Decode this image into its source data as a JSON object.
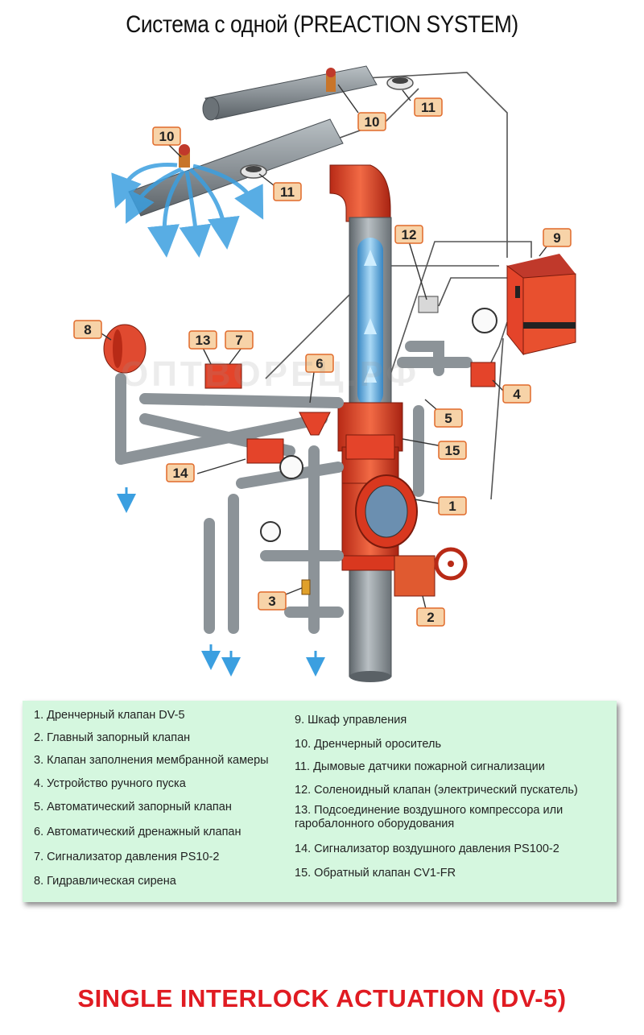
{
  "title": "Система с одной (PREACTION SYSTEM)",
  "footer": "SINGLE INTERLOCK ACTUATION (DV-5)",
  "watermark": "ОПТВОРЕЦ.РФ",
  "colors": {
    "pipe_gray": "#8c9398",
    "valve_red": "#e8452a",
    "callout_fill": "#f7d3a8",
    "callout_border": "#e06a2a",
    "water_blue": "#4aa6e6",
    "legend_bg": "#d5f7df",
    "footer_red": "#e01b22"
  },
  "callouts": {
    "c1": "1",
    "c2": "2",
    "c3": "3",
    "c4": "4",
    "c5": "5",
    "c6": "6",
    "c7": "7",
    "c8": "8",
    "c9": "9",
    "c10a": "10",
    "c10b": "10",
    "c11a": "11",
    "c11b": "11",
    "c12": "12",
    "c13": "13",
    "c14": "14",
    "c15": "15"
  },
  "legend": {
    "left": [
      "1. Дренчерный клапан DV-5",
      "2. Главный запорный клапан",
      "3. Клапан заполнения мембранной камеры",
      "4. Устройство ручного пуска",
      "5. Автоматический запорный клапан",
      "6. Автоматический дренажный клапан",
      "7. Сигнализатор давления PS10-2",
      "8. Гидравлическая сирена"
    ],
    "right": [
      "9. Шкаф управления",
      "10. Дренчерный ороситель",
      "11. Дымовые датчики пожарной сигнализации",
      "12. Соленоидный клапан (электрический пускатель)",
      "13. Подсоединение воздушного компрессора или гаробалонного оборудования",
      "14. Сигнализатор воздушного давления PS100-2",
      "15. Обратный клапан CV1-FR"
    ]
  }
}
